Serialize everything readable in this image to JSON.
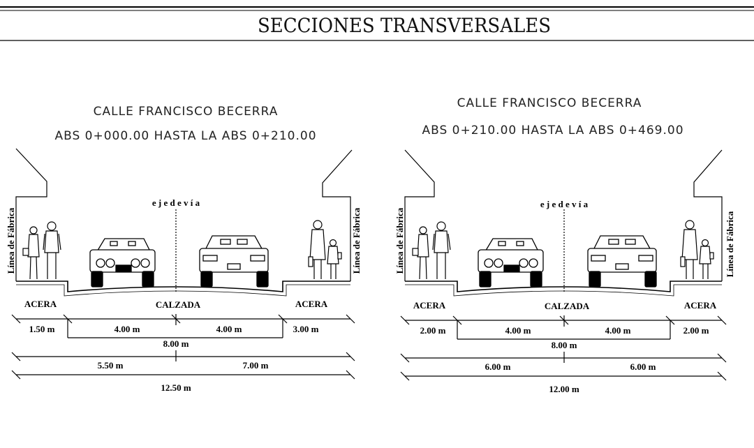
{
  "title": "SECCIONES TRANSVERSALES",
  "sections": [
    {
      "street": "CALLE FRANCISCO BECERRA",
      "range": "ABS 0+000.00 HASTA LA ABS 0+210.00",
      "axis_label": "e j e   d e   v í a",
      "left_line_label": "Línea de Fábrica",
      "right_line_label": "Línea de Fábrica",
      "left_zone": "ACERA",
      "center_zone": "CALZADA",
      "right_zone": "ACERA",
      "left_sidewalk": "1.50 m",
      "lane_left": "4.00 m",
      "lane_right": "4.00 m",
      "right_sidewalk": "3.00 m",
      "roadway_total": "8.00 m",
      "half_left": "5.50 m",
      "half_right": "7.00 m",
      "total": "12.50 m"
    },
    {
      "street": "CALLE FRANCISCO BECERRA",
      "range": "ABS 0+210.00 HASTA LA ABS 0+469.00",
      "axis_label": "e j e   d e   v í a",
      "left_line_label": "Línea de Fábrica",
      "right_line_label": "Línea de Fábrica",
      "left_zone": "ACERA",
      "center_zone": "CALZADA",
      "right_zone": "ACERA",
      "left_sidewalk": "2.00 m",
      "lane_left": "4.00 m",
      "lane_right": "4.00 m",
      "right_sidewalk": "2.00 m",
      "roadway_total": "8.00 m",
      "half_left": "6.00 m",
      "half_right": "6.00 m",
      "total": "12.00 m"
    }
  ]
}
